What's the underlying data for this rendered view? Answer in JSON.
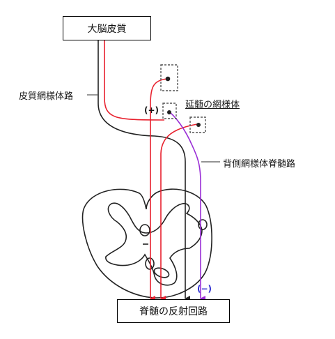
{
  "diagram": {
    "top_box": "大脳皮質",
    "bottom_box": "脊髄の反射回路",
    "cortico_reticular_tract": "皮質網様体路",
    "medullary_reticular_formation": "延髄の網様体",
    "dorsal_reticulospinal_tract": "背側網様体脊髄路",
    "plus_sign": "(+)",
    "minus_sign": "(−)"
  },
  "colors": {
    "line_black": "#222222",
    "line_red": "#e8212e",
    "line_purple": "#9a2fd6",
    "minus_text": "#2a2ad0",
    "dashed_box": "#555555"
  }
}
